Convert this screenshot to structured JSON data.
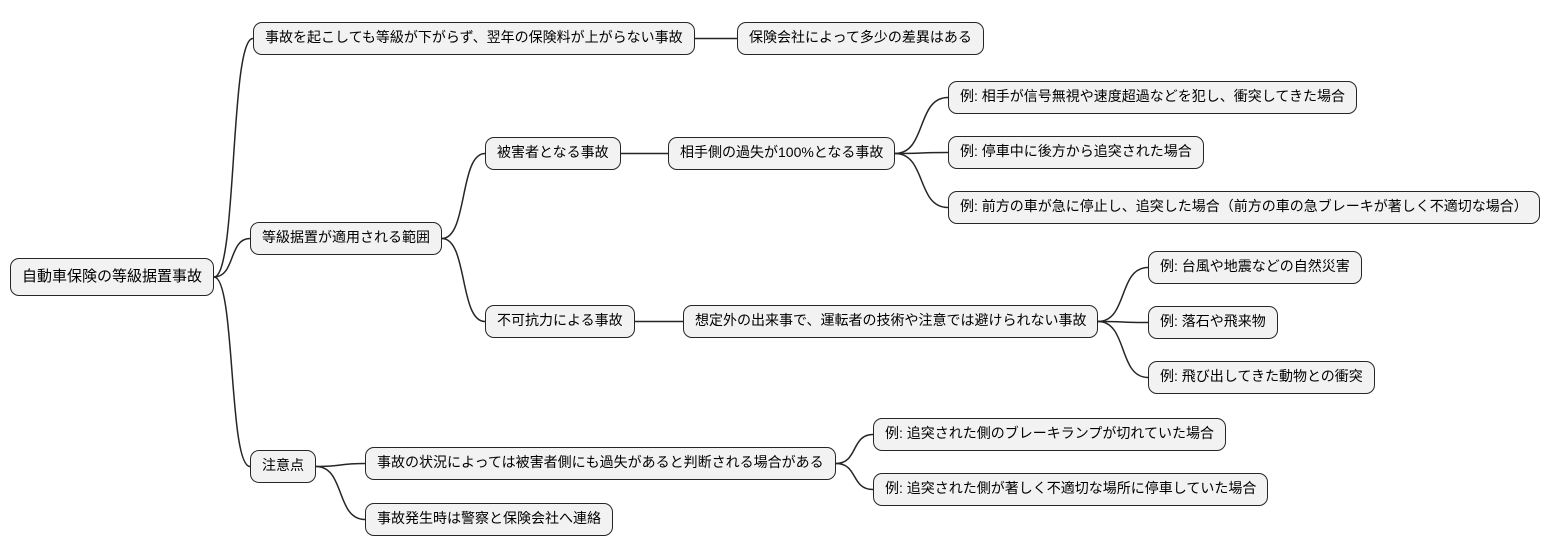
{
  "diagram_title": "自動車保険の等級据置事故",
  "colors": {
    "background": "#ffffff",
    "node_fill": "#f2f2f2",
    "node_border": "#262626",
    "link_stroke": "#262626",
    "text": "#000000"
  },
  "nodes": {
    "root": "自動車保険の等級据置事故",
    "keep_grade": "事故を起こしても等級が下がらず、翌年の保険料が上がらない事故",
    "insurer_diff": "保険会社によって多少の差異はある",
    "scope": "等級据置が適用される範囲",
    "victim": "被害者となる事故",
    "fault100": "相手側の過失が100%となる事故",
    "ex_signal": "例: 相手が信号無視や速度超過などを犯し、衝突してきた場合",
    "ex_rearend": "例: 停車中に後方から追突された場合",
    "ex_sudden": "例: 前方の車が急に停止し、追突した場合（前方の車の急ブレーキが著しく不適切な場合）",
    "force_majeure": "不可抗力による事故",
    "unavoidable": "想定外の出来事で、運転者の技術や注意では避けられない事故",
    "ex_disaster": "例: 台風や地震などの自然災害",
    "ex_falling": "例: 落石や飛来物",
    "ex_animal": "例: 飛び出してきた動物との衝突",
    "notes": "注意点",
    "victim_fault": "事故の状況によっては被害者側にも過失があると判断される場合がある",
    "ex_brakelamp": "例: 追突された側のブレーキランプが切れていた場合",
    "ex_bad_parking": "例: 追突された側が著しく不適切な場所に停車していた場合",
    "contact": "事故発生時は警察と保険会社へ連絡"
  },
  "hierarchy": {
    "root": {
      "keep_grade": {
        "insurer_diff": {}
      },
      "scope": {
        "victim": {
          "fault100": {
            "ex_signal": {},
            "ex_rearend": {},
            "ex_sudden": {}
          }
        },
        "force_majeure": {
          "unavoidable": {
            "ex_disaster": {},
            "ex_falling": {},
            "ex_animal": {}
          }
        }
      },
      "notes": {
        "victim_fault": {
          "ex_brakelamp": {},
          "ex_bad_parking": {}
        },
        "contact": {}
      }
    }
  }
}
